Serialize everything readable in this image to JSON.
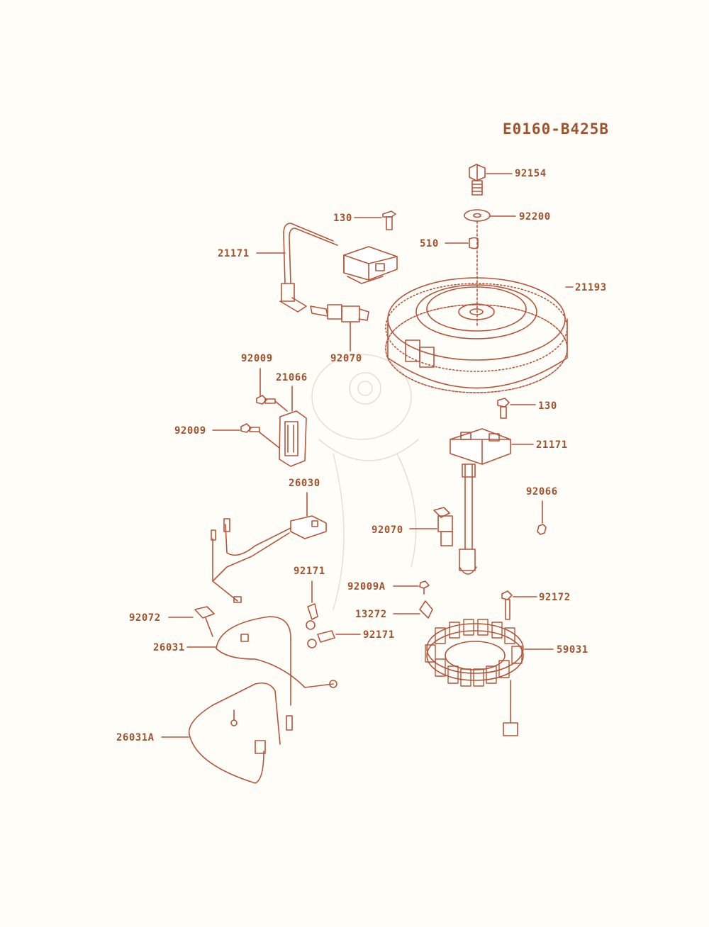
{
  "diagram": {
    "id": "E0160-B425B",
    "stroke_color": "#b5553a",
    "label_color": "#a0522d",
    "watermark": "kawasaki-style mascot watermark"
  },
  "parts": [
    {
      "key": "p92154",
      "number": "92154"
    },
    {
      "key": "p92200",
      "number": "92200"
    },
    {
      "key": "p510",
      "number": "510"
    },
    {
      "key": "p130_top",
      "number": "130"
    },
    {
      "key": "p21171_top",
      "number": "21171"
    },
    {
      "key": "p21193",
      "number": "21193"
    },
    {
      "key": "p92070_top",
      "number": "92070"
    },
    {
      "key": "p92009_a",
      "number": "92009"
    },
    {
      "key": "p21066",
      "number": "21066"
    },
    {
      "key": "p92009_b",
      "number": "92009"
    },
    {
      "key": "p130_mid",
      "number": "130"
    },
    {
      "key": "p21171_mid",
      "number": "21171"
    },
    {
      "key": "p26030",
      "number": "26030"
    },
    {
      "key": "p92066",
      "number": "92066"
    },
    {
      "key": "p92070_mid",
      "number": "92070"
    },
    {
      "key": "p92171_a",
      "number": "92171"
    },
    {
      "key": "p92009A",
      "number": "92009A"
    },
    {
      "key": "p92172",
      "number": "92172"
    },
    {
      "key": "p92072",
      "number": "92072"
    },
    {
      "key": "p13272",
      "number": "13272"
    },
    {
      "key": "p26031",
      "number": "26031"
    },
    {
      "key": "p92171_b",
      "number": "92171"
    },
    {
      "key": "p59031",
      "number": "59031"
    },
    {
      "key": "p26031A",
      "number": "26031A"
    }
  ]
}
